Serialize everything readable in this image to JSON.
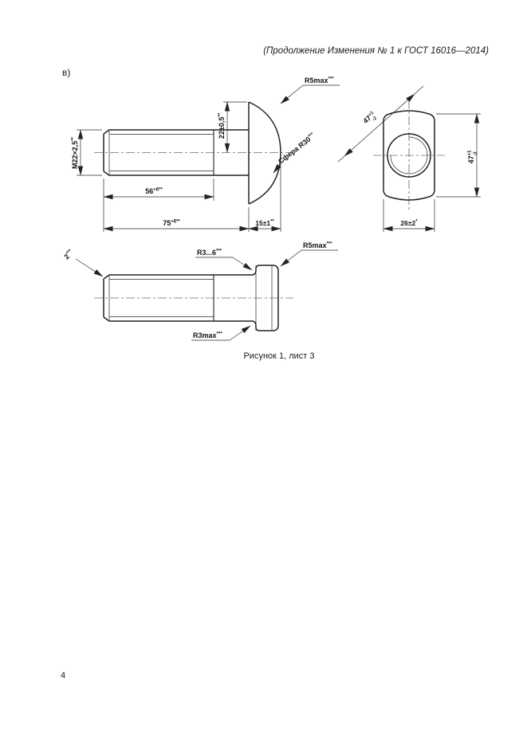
{
  "page": {
    "header": "(Продолжение Изменения № 1 к ГОСТ 16016—2014)",
    "variant_label": "в)",
    "caption": "Рисунок 1, лист 3",
    "page_number": "4"
  },
  "viewA": {
    "thread": "M22×2,5",
    "thread_sup": "**",
    "head_height": "22±0,5",
    "head_height_sup": "**",
    "r5max": "R5max",
    "r5max_sup": "***",
    "sphere": "Сфера R30",
    "sphere_sup": "***",
    "thread_len": "56",
    "thread_len_sup": "+6**",
    "bolt_len": "75",
    "bolt_len_sup": "+6**",
    "head_len": "15±1",
    "head_len_sup": "**"
  },
  "viewB": {
    "diag": "47",
    "diag_sup": "+1",
    "diag_sub": "-2",
    "height": "47",
    "height_sup": "+1",
    "height_sub": "-2",
    "width": "26±2",
    "width_sup": "*"
  },
  "viewC": {
    "chamfer": "2",
    "chamfer_sup": "***",
    "fillet_range": "R3...6",
    "fillet_range_sup": "***",
    "r5max": "R5max",
    "r5max_sup": "***",
    "r3max": "R3max",
    "r3max_sup": "***"
  }
}
